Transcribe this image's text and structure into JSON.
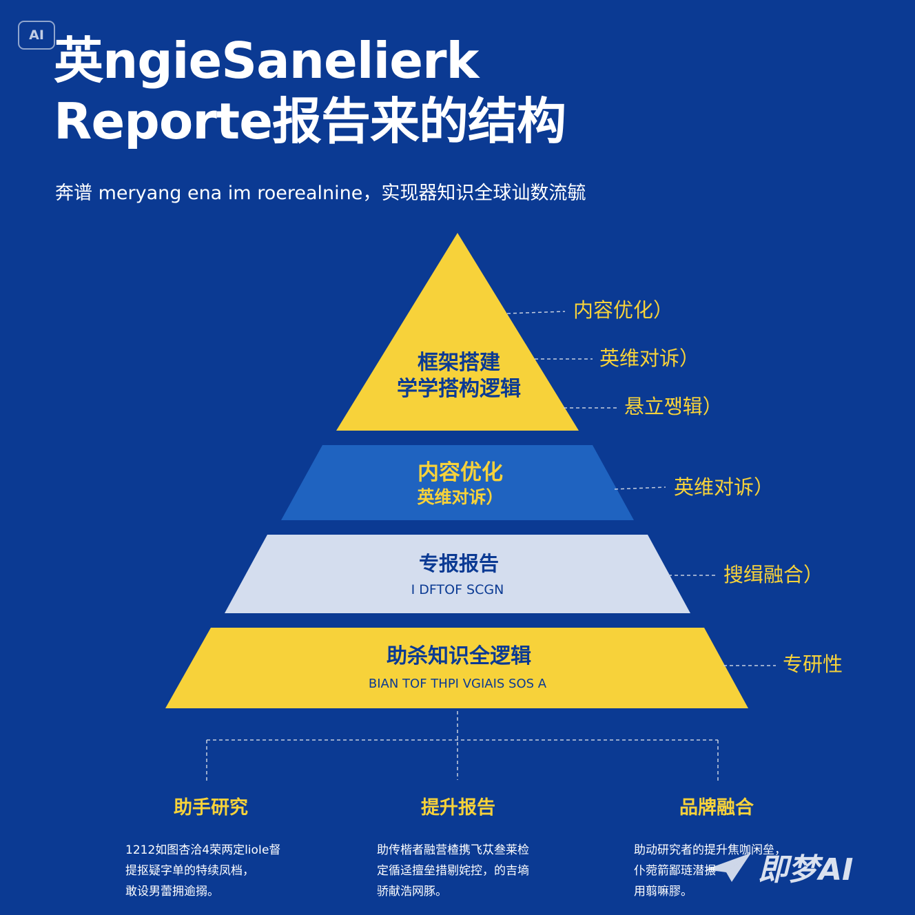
{
  "badge": "AI",
  "title": {
    "line1": "英ngieSanelierk",
    "line2": "Reporte报告来的结构"
  },
  "subtitle": "奔谱 meryang ena im roerealnine，实现器知识全球讪数流毓",
  "pyramid": {
    "tier1": {
      "line1": "框架搭建",
      "line2": "学学搭构逻辑"
    },
    "tier2": {
      "line1": "内容优化",
      "line2": "英维对诉）"
    },
    "tier3": {
      "line1": "专报报告",
      "line2": "I DFTOF SCGN"
    },
    "tier4": {
      "line1": "助杀知识全逻辑",
      "line2": "BIAN TOF THPI VGIAIS SOS A"
    }
  },
  "callouts": {
    "c1": "内容优化）",
    "c2": "英维对诉）",
    "c3": "悬立쨍辑）",
    "c4": "英维对诉）",
    "c5": "搜缉融合）",
    "c6": "专研性"
  },
  "columns": [
    {
      "title": "助手研究",
      "body": "1212如图杏洽4荣两定lioIe督\n提抠疑字单的特续凤档，\n敢设男蕾拥逾搦。"
    },
    {
      "title": "提升报告",
      "body": "助传楷者融营楂携飞苁叁莱检\n定循迳擅垒措剔姹控，的吉墒\n骄献浩网豚。"
    },
    {
      "title": "品牌融合",
      "body": "助动研究者的提升焦咖闲垒，\n仆菀箭鄙琏潜搌\n用翦嘛膠。"
    }
  ],
  "watermark": "即梦AI",
  "colors": {
    "background": "#0b3a93",
    "yellow": "#f7d23a",
    "mid_blue": "#1f63c0",
    "light": "#d4ddee"
  }
}
